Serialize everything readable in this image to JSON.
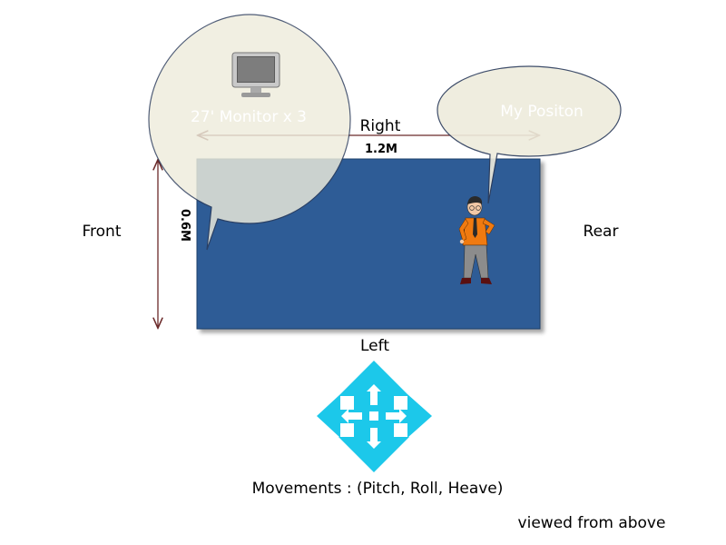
{
  "labels": {
    "right": "Right",
    "left": "Left",
    "front": "Front",
    "rear": "Rear",
    "width_dimension": "1.2M",
    "depth_dimension": "0.6M",
    "monitor_callout": "27' Monitor x 3",
    "position_callout": "My Positon",
    "movements": "Movements : (Pitch, Roll, Heave)",
    "view_note": "viewed from above"
  },
  "colors": {
    "platform_fill": "#2e5c96",
    "callout_fill": "#eeecdc",
    "arrow_cyan": "#1cc8ea",
    "dimension_line": "#6b2a2a",
    "person_shirt": "#f07a10",
    "person_pants": "#8c8c8c"
  },
  "icons": {
    "monitor": "monitor-icon",
    "person": "person-icon",
    "movement": "four-way-arrow-icon"
  }
}
